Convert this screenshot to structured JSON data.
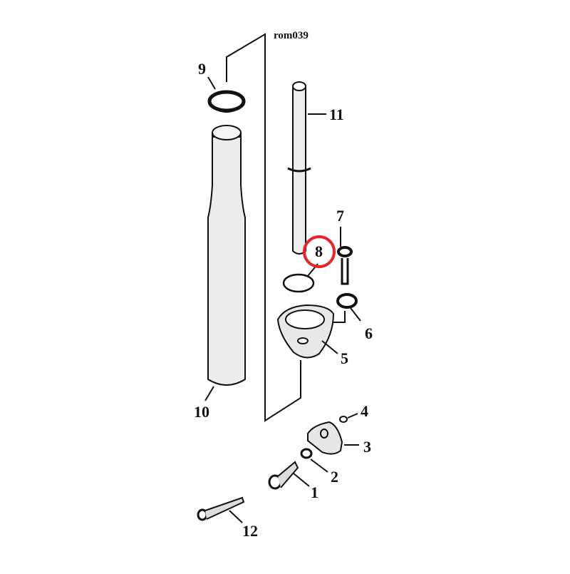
{
  "diagram": {
    "reference_code": "rom039",
    "highlight_color": "#e5252a",
    "highlighted_part": "8",
    "parts": [
      {
        "number": "1",
        "shape": "socket-head-bolt"
      },
      {
        "number": "2",
        "shape": "small-washer"
      },
      {
        "number": "3",
        "shape": "wedge-block"
      },
      {
        "number": "4",
        "shape": "tiny-o-ring"
      },
      {
        "number": "5",
        "shape": "triangular-plate"
      },
      {
        "number": "6",
        "shape": "washer"
      },
      {
        "number": "7",
        "shape": "bolt"
      },
      {
        "number": "8",
        "shape": "o-ring"
      },
      {
        "number": "9",
        "shape": "seal-ring"
      },
      {
        "number": "10",
        "shape": "fork-tube"
      },
      {
        "number": "11",
        "shape": "rod"
      },
      {
        "number": "12",
        "shape": "long-bolt"
      }
    ]
  }
}
